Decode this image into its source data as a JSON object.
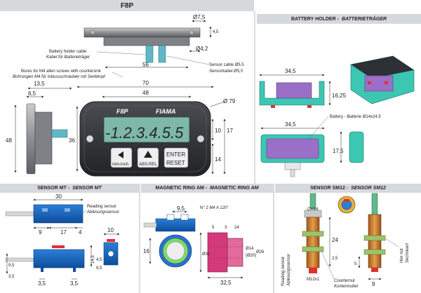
{
  "headers": {
    "main": "F8P",
    "battery_holder": {
      "label": "BATTERY HOLDER",
      "label_it": "BATTERIETRÄGER"
    },
    "sensor_mt": {
      "label": "SENSOR MT",
      "label_it": "SENSOR MT"
    },
    "magnetic_ring": {
      "label": "MAGNETIC RING AM",
      "label_it": "MAGNETIC RING AM"
    },
    "sensor_sm12": {
      "label": "SENSOR SM12",
      "label_it": "SENSOR SM12"
    }
  },
  "main": {
    "labels": {
      "battery_cable_en": "Battery holder cable",
      "battery_cable_de": "Kabel für Batterieträger",
      "bores_en": "Bores for M4 allen screws with countersink",
      "bores_de": "Bohrungen M4 für Inbussschrauben mit Senkkopf",
      "sensor_cable_en": "Sensor cable Ø5,5",
      "sensor_cable_de": "Sensorkabel Ø5,5"
    },
    "dims": {
      "d7_5": "Ø7,5",
      "d4_5": "4,5",
      "d4_2": "Ø4,2",
      "d56": "56",
      "d13_5": "13,5",
      "d6_5": "6,5",
      "d48h": "48",
      "d70": "70",
      "d48w": "48",
      "d79": "Ø 79",
      "d36": "36",
      "d10": "10",
      "d17": "17",
      "d14": "14"
    },
    "device": {
      "brand": "F8P",
      "maker": "FIAMA",
      "display": "-1.2.3.4.5.5",
      "btn1_label": "mm-inch",
      "btn2_label": "ABS-REL",
      "btn3_top": "ENTER",
      "btn3_bottom": "RESET"
    }
  },
  "battery": {
    "dims": {
      "w1": "34,5",
      "h1": "16,25",
      "w2": "34,5",
      "h2": "17,5"
    },
    "label_en": "Battery - ",
    "label_it": "Batterie",
    "label_size": " Ø14x24,5"
  },
  "sensor_mt": {
    "dims": {
      "d30": "30",
      "d9": "9",
      "d17": "17",
      "d4": "4",
      "d10": "10",
      "d14_5": "14,5",
      "d4_5": "4,5",
      "d9_5": "9,5",
      "d3_5a": "3,5",
      "d3_5b": "3,5",
      "d9_5v": "9,5",
      "d3_5c": "3,5"
    },
    "reading_en": "Reading sensor",
    "reading_de": "Ablesungssensor"
  },
  "magnetic_ring": {
    "dims": {
      "d9_5": "9,5",
      "d16": "16",
      "holes": "N° 2 M4 A 120°",
      "d5": "5",
      "d3": "3",
      "d24": "24",
      "d31": "Ø31",
      "d14": "Ø14",
      "d20": "(Ø20)",
      "d26": "Ø26",
      "d32_5": "32,5"
    }
  },
  "sensor_sm12": {
    "dims": {
      "ch14": "CH14",
      "d24": "24",
      "d2_5": "2,5",
      "d5": "5",
      "d9": "9",
      "m12": "M12x1"
    },
    "reading_en": "Reading sensor",
    "reading_de": "Ablesungssensor",
    "counternut_en": "Counternut",
    "counternut_de": "Kontermutter",
    "hexnut_en": "Hex nut",
    "hexnut_de": "Sechskant"
  }
}
